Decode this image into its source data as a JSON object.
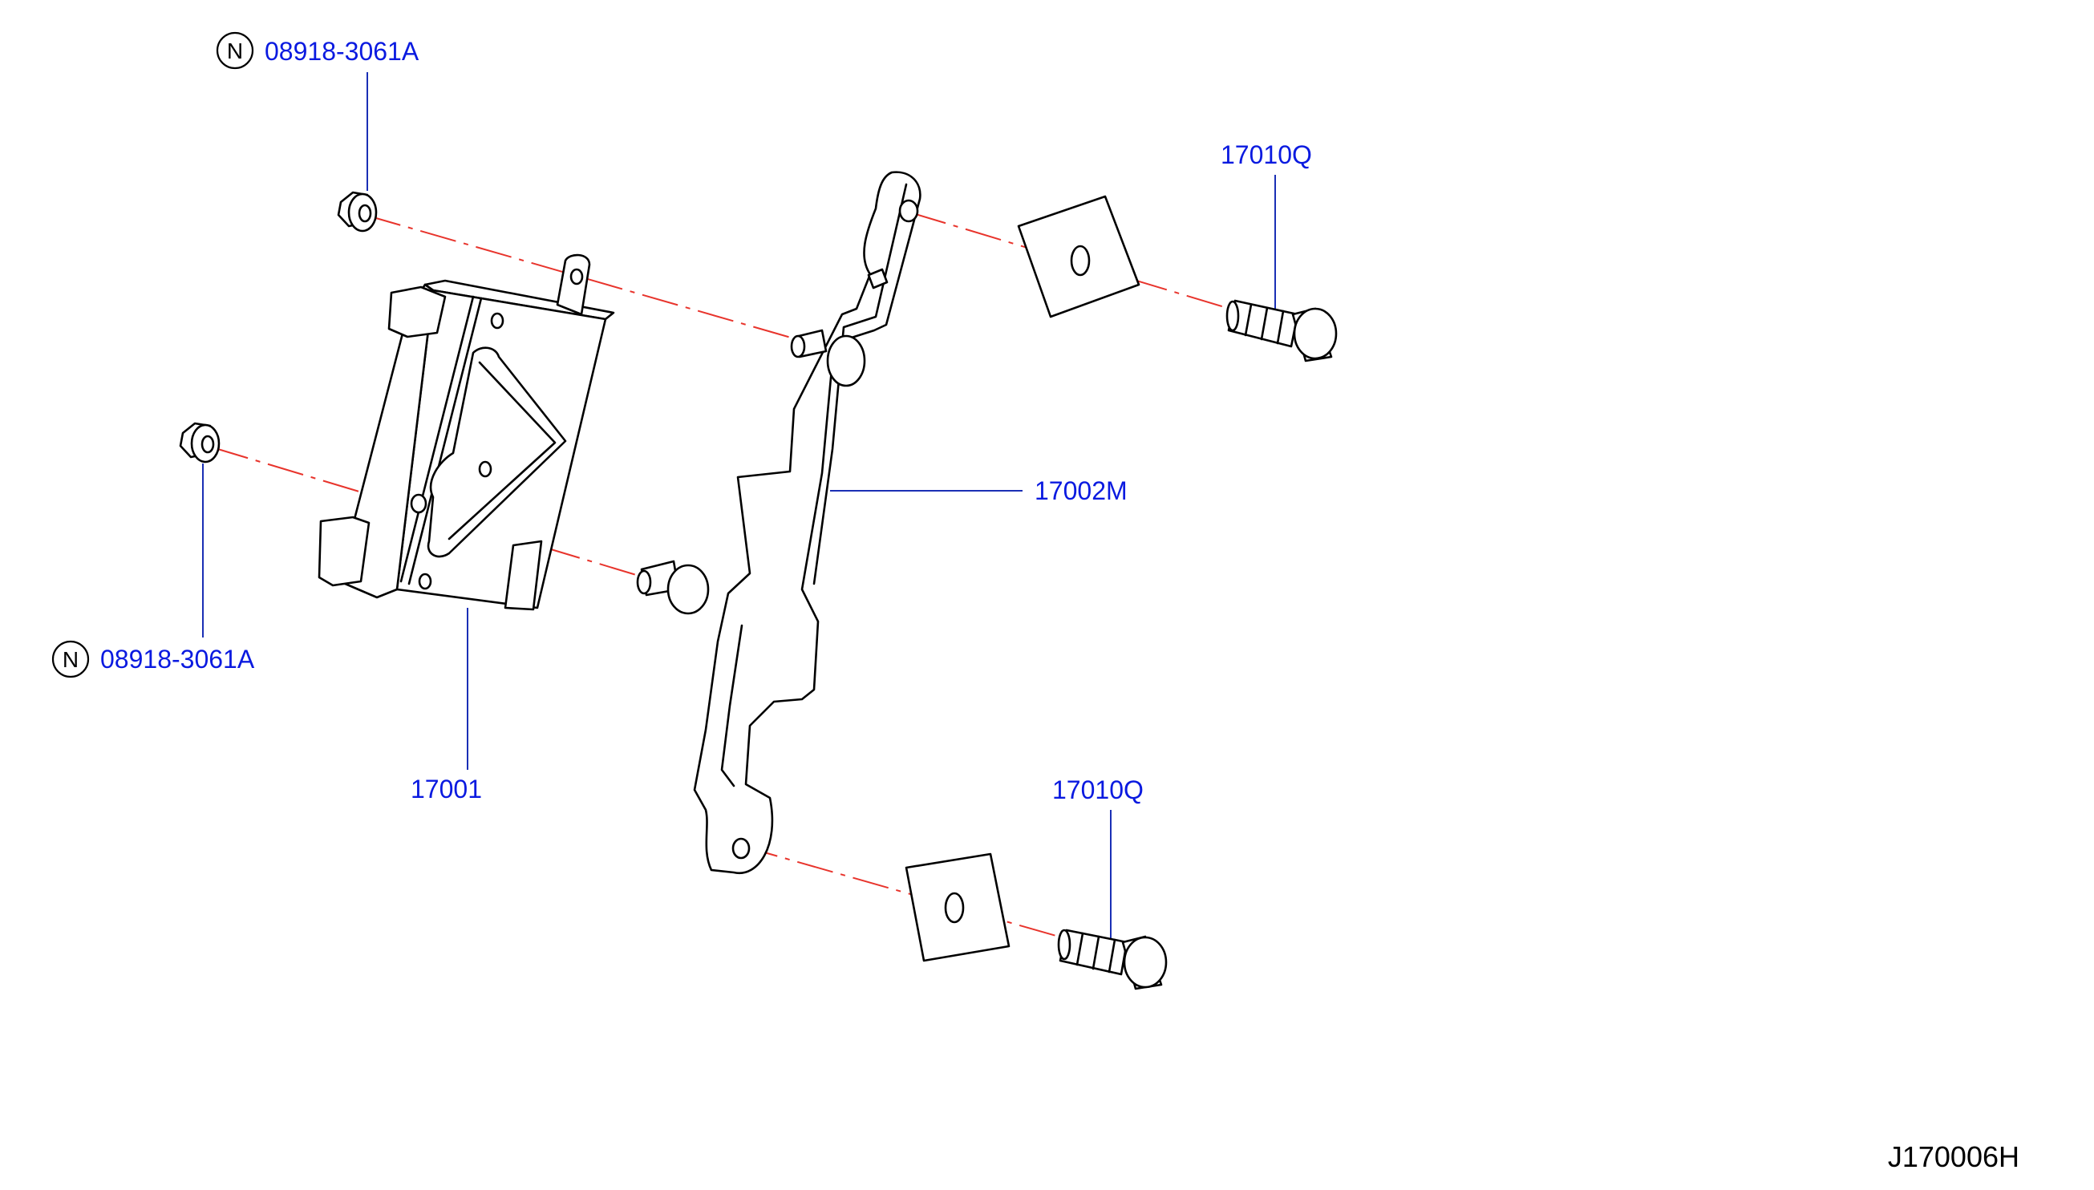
{
  "labels": {
    "nut_top": "08918-3061A",
    "nut_left": "08918-3061A",
    "bolt_top": "17010Q",
    "bolt_bottom": "17010Q",
    "bracket": "17002M",
    "control_unit": "17001"
  },
  "symbols": {
    "standard_part": "N"
  },
  "diagram_code": "J170006H",
  "colors": {
    "callout_text": "#0a1ae0",
    "leader_line": "#1a2fb5",
    "center_line": "#e8342c",
    "part_outline": "#000000"
  }
}
